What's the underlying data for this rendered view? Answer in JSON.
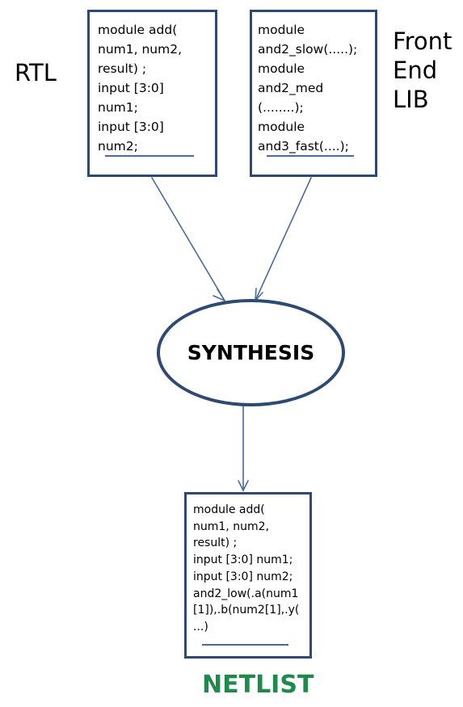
{
  "labels": {
    "rtl": "RTL",
    "lib": [
      "Front",
      "End",
      "LIB"
    ],
    "synthesis": "SYNTHESIS",
    "netlist": "NETLIST"
  },
  "rtl_code": [
    "module add(",
    "num1, num2,",
    "result) ;",
    "input [3:0]",
    "num1;",
    "input [3:0]",
    "num2;"
  ],
  "lib_code": [
    "module",
    "and2_slow(.....);",
    "module",
    "and2_med",
    "(........);",
    "module",
    "and3_fast(....);"
  ],
  "netlist_code": [
    "module add(",
    "num1, num2,",
    "result) ;",
    "input [3:0] num1;",
    "input [3:0] num2;",
    "and2_low(.a(num1",
    "[1]),.b(num2[1],.y(",
    "...)"
  ],
  "colors": {
    "box_border": "#2f4a72",
    "arrow": "#4a6aa0",
    "netlist_caption": "#1f8a4c"
  }
}
